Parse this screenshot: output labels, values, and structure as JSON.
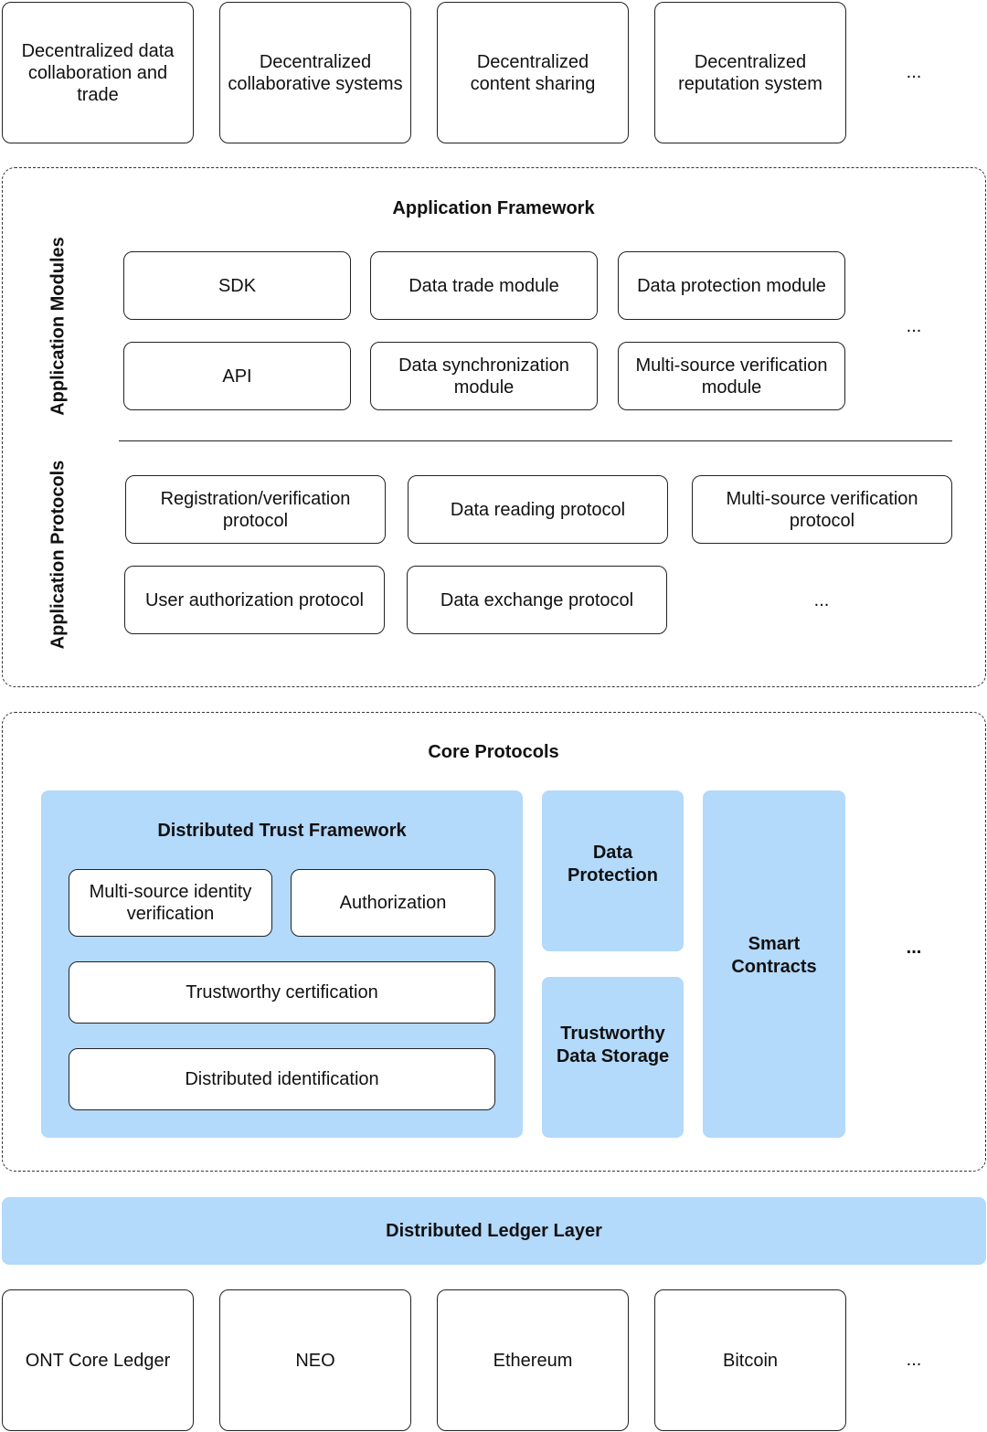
{
  "applications": [
    "Decentralized data collaboration and trade",
    "Decentralized collaborative systems",
    "Decentralized content sharing",
    "Decentralized reputation system"
  ],
  "ellipsis": "...",
  "app_framework": {
    "title": "Application Framework",
    "modules_label": "Application Modules",
    "protocols_label": "Application Protocols",
    "modules": [
      "SDK",
      "Data trade module",
      "Data protection module",
      "API",
      "Data synchronization module",
      "Multi-source verification module"
    ],
    "protocols": [
      "Registration/verification protocol",
      "Data reading protocol",
      "Multi-source verification protocol",
      "User authorization protocol",
      "Data exchange protocol"
    ]
  },
  "core": {
    "title": "Core Protocols",
    "dtf": {
      "title": "Distributed Trust Framework",
      "items": [
        "Multi-source identity verification",
        "Authorization",
        "Trustworthy certification",
        "Distributed identification"
      ]
    },
    "data_protection": "Data Protection",
    "trustworthy_storage": "Trustworthy Data Storage",
    "smart_contracts": "Smart Contracts"
  },
  "ledger_layer": "Distributed Ledger Layer",
  "ledgers": [
    "ONT Core Ledger",
    "NEO",
    "Ethereum",
    "Bitcoin"
  ],
  "colors": {
    "accent_blue": "#b3d9fb",
    "border": "#222222"
  }
}
